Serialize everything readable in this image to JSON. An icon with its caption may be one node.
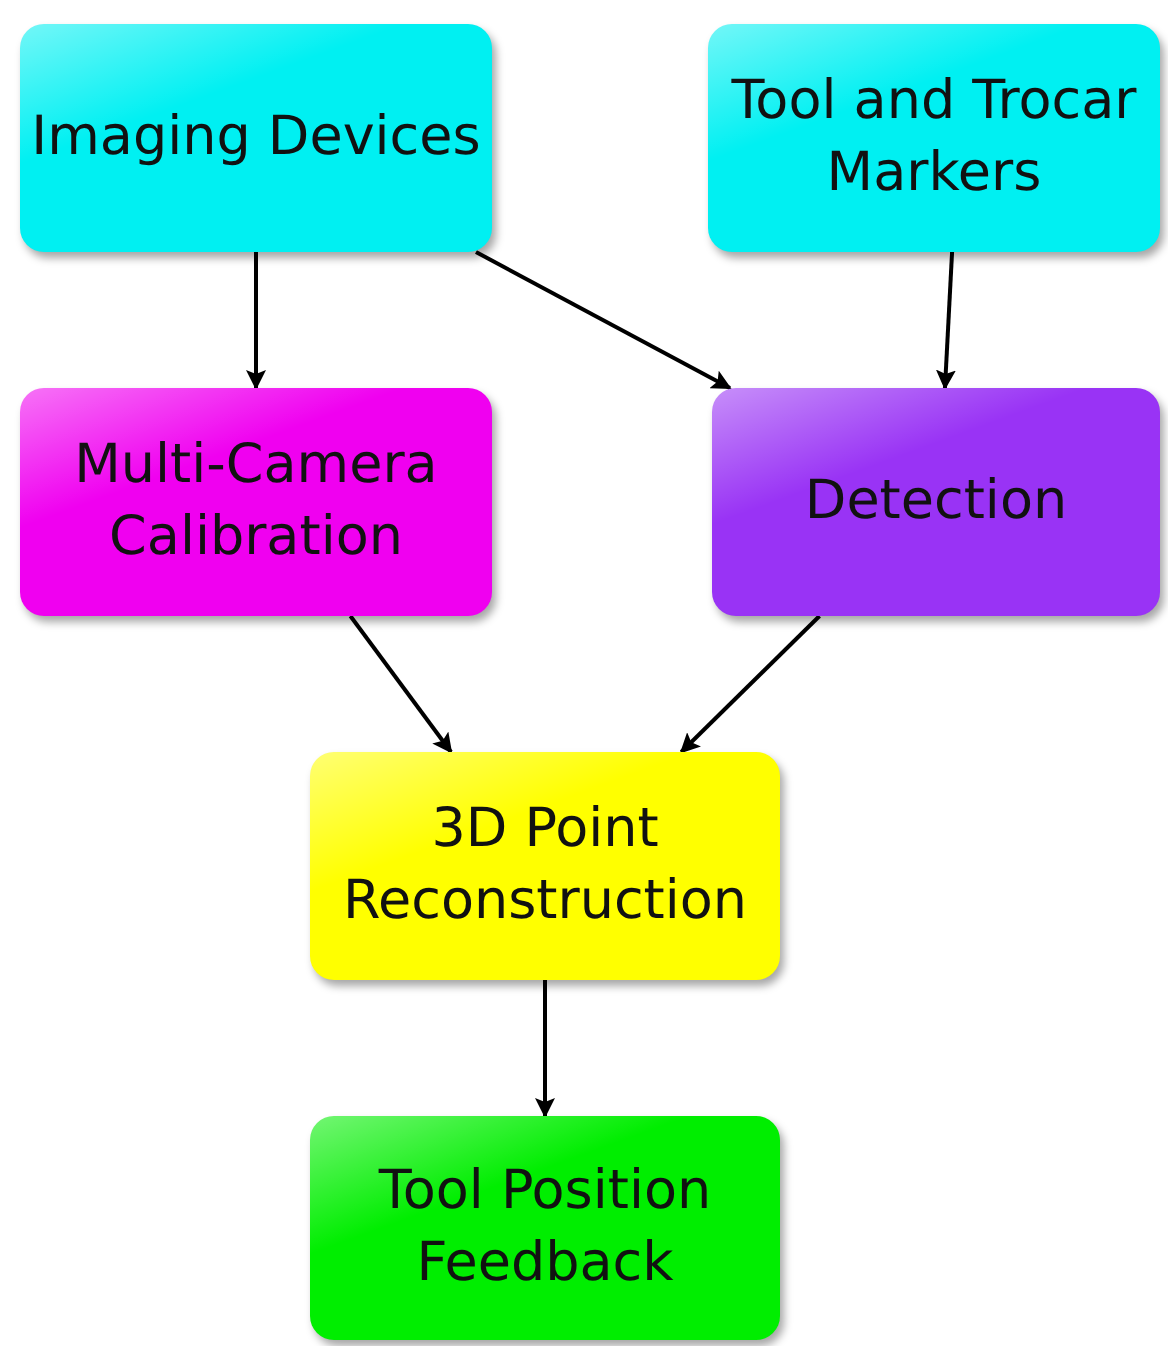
{
  "diagram": {
    "nodes": [
      {
        "text": [
          "Imaging Devices"
        ]
      },
      {
        "text": [
          "Tool and Trocar Markers"
        ]
      },
      {
        "text": [
          "Multi-Camera Calibration"
        ]
      },
      {
        "text": [
          "Detection"
        ]
      },
      {
        "text": [
          "3D Point Reconstruction"
        ]
      },
      {
        "text": [
          "Tool Position Feedback"
        ]
      }
    ],
    "edges": [
      {
        "from": 0,
        "to": 2,
        "arrow": "to"
      },
      {
        "from": 0,
        "to": 3,
        "arrow": "to"
      },
      {
        "from": 1,
        "to": 3,
        "arrow": "to"
      },
      {
        "from": 2,
        "to": 4,
        "arrow": "to"
      },
      {
        "from": 3,
        "to": 4,
        "arrow": "to"
      },
      {
        "from": 4,
        "to": 5,
        "arrow": "to"
      }
    ]
  }
}
